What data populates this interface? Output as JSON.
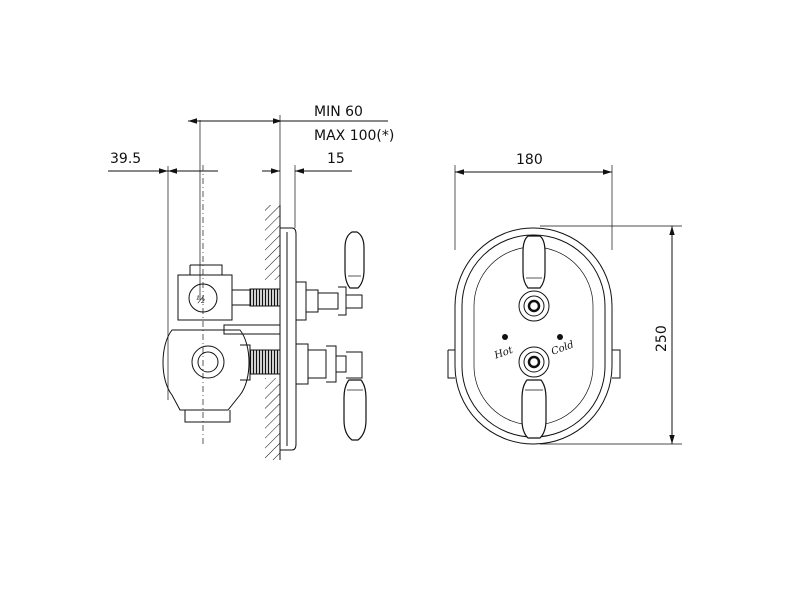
{
  "dimensions": {
    "min_depth": "MIN 60",
    "max_depth": "MAX 100(*)",
    "body_offset": "39.5",
    "plate_offset": "15",
    "plate_width": "180",
    "plate_height": "250"
  },
  "plate_labels": {
    "hot": "Hot",
    "cold": "Cold"
  },
  "colors": {
    "line": "#111111",
    "background": "#ffffff"
  }
}
